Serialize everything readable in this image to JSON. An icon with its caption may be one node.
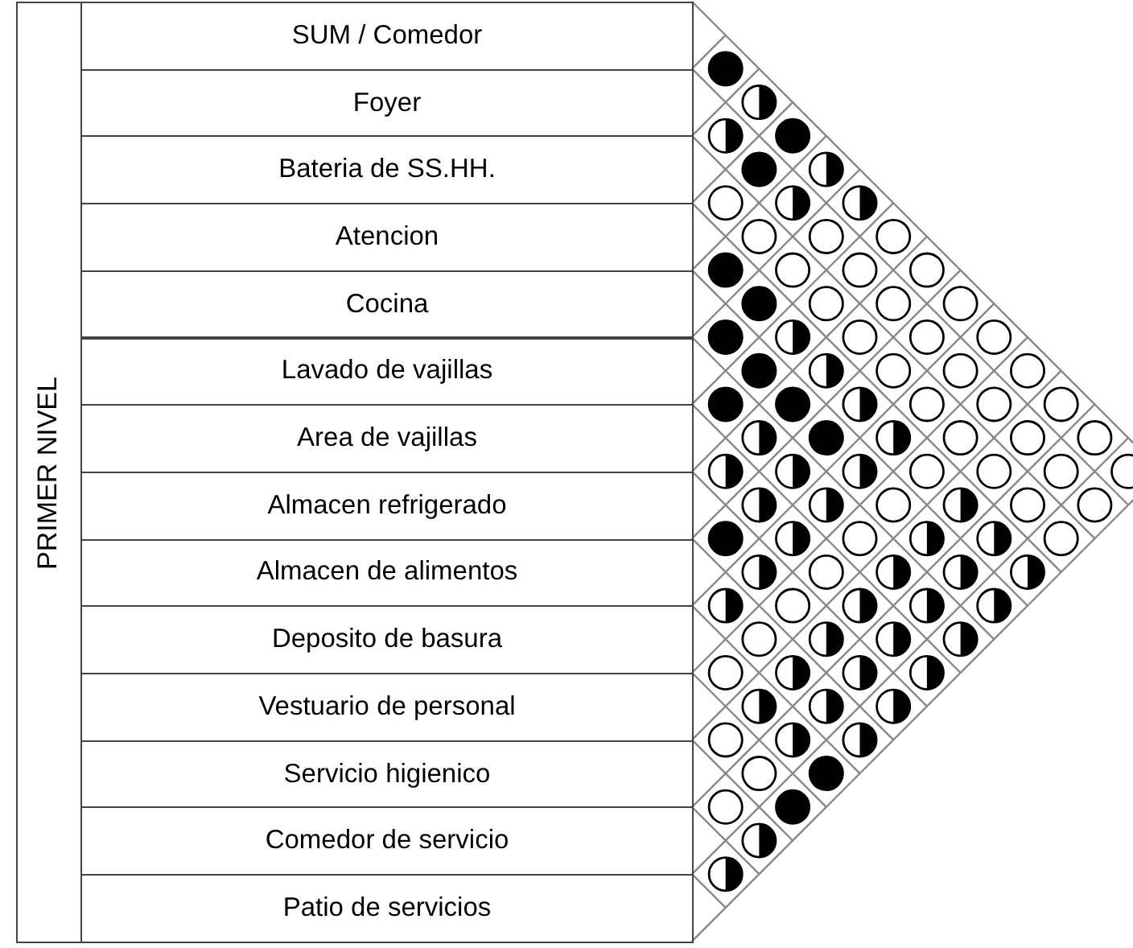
{
  "diagram": {
    "nodes": [
      {
        "text": [
          "PRIMER NIVEL"
        ]
      },
      {
        "text": [
          "SUM / Comedor"
        ],
        "in": 0
      },
      {
        "text": [
          "Foyer"
        ],
        "in": 0
      },
      {
        "text": [
          "Bateria de SS.HH."
        ],
        "in": 0
      },
      {
        "text": [
          "Atencion"
        ],
        "in": 0
      },
      {
        "text": [
          "Cocina"
        ],
        "in": 0
      },
      {
        "text": [
          "Lavado de vajillas"
        ],
        "in": 0
      },
      {
        "text": [
          "Area de vajillas"
        ],
        "in": 0
      },
      {
        "text": [
          "Almacen refrigerado"
        ],
        "in": 0
      },
      {
        "text": [
          "Almacen de alimentos"
        ],
        "in": 0
      },
      {
        "text": [
          "Deposito de basura"
        ],
        "in": 0
      },
      {
        "text": [
          "Vestuario de personal"
        ],
        "in": 0
      },
      {
        "text": [
          "Servicio higienico"
        ],
        "in": 0
      },
      {
        "text": [
          "Comedor de servicio"
        ],
        "in": 0
      },
      {
        "text": [
          "Patio de servicios"
        ],
        "in": 0
      },
      {
        "text": [],
        "shape": "disc"
      },
      {
        "text": [],
        "shape": "halfdisc"
      },
      {
        "text": [],
        "shape": "halfdisc"
      },
      {
        "text": [],
        "shape": "disc"
      },
      {
        "text": [],
        "shape": "disc"
      },
      {
        "text": [],
        "shape": "halfdisc"
      },
      {
        "text": [],
        "shape": "circle"
      },
      {
        "text": [],
        "shape": "halfdisc"
      },
      {
        "text": [],
        "shape": "halfdisc"
      },
      {
        "text": [],
        "shape": "circle"
      },
      {
        "text": [],
        "shape": "circle"
      },
      {
        "text": [],
        "shape": "circle"
      },
      {
        "text": [],
        "shape": "disc"
      },
      {
        "text": [],
        "shape": "circle"
      },
      {
        "text": [],
        "shape": "circle"
      },
      {
        "text": [],
        "shape": "circle"
      },
      {
        "text": [],
        "shape": "disc"
      },
      {
        "text": [],
        "shape": "circle"
      },
      {
        "text": [],
        "shape": "circle"
      },
      {
        "text": [],
        "shape": "circle"
      },
      {
        "text": [],
        "shape": "disc"
      },
      {
        "text": [],
        "shape": "halfdisc"
      },
      {
        "text": [],
        "shape": "circle"
      },
      {
        "text": [],
        "shape": "circle"
      },
      {
        "text": [],
        "shape": "circle"
      },
      {
        "text": [],
        "shape": "disc"
      },
      {
        "text": [],
        "shape": "halfdisc"
      },
      {
        "text": [],
        "shape": "circle"
      },
      {
        "text": [],
        "shape": "circle"
      },
      {
        "text": [],
        "shape": "circle"
      },
      {
        "text": [],
        "shape": "disc"
      },
      {
        "text": [],
        "shape": "disc"
      },
      {
        "text": [],
        "shape": "halfdisc"
      },
      {
        "text": [],
        "shape": "circle"
      },
      {
        "text": [],
        "shape": "circle"
      },
      {
        "text": [],
        "shape": "circle"
      },
      {
        "text": [],
        "shape": "halfdisc"
      },
      {
        "text": [],
        "shape": "disc"
      },
      {
        "text": [],
        "shape": "halfdisc"
      },
      {
        "text": [],
        "shape": "circle"
      },
      {
        "text": [],
        "shape": "circle"
      },
      {
        "text": [],
        "shape": "circle"
      },
      {
        "text": [],
        "shape": "halfdisc"
      },
      {
        "text": [],
        "shape": "halfdisc"
      },
      {
        "text": [],
        "shape": "halfdisc"
      },
      {
        "text": [],
        "shape": "circle"
      },
      {
        "text": [],
        "shape": "circle"
      },
      {
        "text": [],
        "shape": "circle"
      },
      {
        "text": [],
        "shape": "circle"
      },
      {
        "text": [],
        "shape": "halfdisc"
      },
      {
        "text": [],
        "shape": "halfdisc"
      },
      {
        "text": [],
        "shape": "circle"
      },
      {
        "text": [],
        "shape": "halfdisc"
      },
      {
        "text": [],
        "shape": "circle"
      },
      {
        "text": [],
        "shape": "circle"
      },
      {
        "text": [],
        "shape": "disc"
      },
      {
        "text": [],
        "shape": "halfdisc"
      },
      {
        "text": [],
        "shape": "circle"
      },
      {
        "text": [],
        "shape": "halfdisc"
      },
      {
        "text": [],
        "shape": "halfdisc"
      },
      {
        "text": [],
        "shape": "circle"
      },
      {
        "text": [],
        "shape": "halfdisc"
      },
      {
        "text": [],
        "shape": "circle"
      },
      {
        "text": [],
        "shape": "halfdisc"
      },
      {
        "text": [],
        "shape": "halfdisc"
      },
      {
        "text": [],
        "shape": "halfdisc"
      },
      {
        "text": [],
        "shape": "halfdisc"
      },
      {
        "text": [],
        "shape": "circle"
      },
      {
        "text": [],
        "shape": "halfdisc"
      },
      {
        "text": [],
        "shape": "halfdisc"
      },
      {
        "text": [],
        "shape": "halfdisc"
      },
      {
        "text": [],
        "shape": "circle"
      },
      {
        "text": [],
        "shape": "halfdisc"
      },
      {
        "text": [],
        "shape": "halfdisc"
      },
      {
        "text": [],
        "shape": "halfdisc"
      },
      {
        "text": [],
        "shape": "circle"
      },
      {
        "text": [],
        "shape": "halfdisc"
      },
      {
        "text": [],
        "shape": "halfdisc"
      },
      {
        "text": [],
        "shape": "halfdisc"
      },
      {
        "text": [],
        "shape": "halfdisc"
      },
      {
        "text": [],
        "shape": "halfdisc"
      },
      {
        "text": [],
        "shape": "halfdisc"
      },
      {
        "text": [],
        "shape": "circle"
      },
      {
        "text": [],
        "shape": "halfdisc"
      },
      {
        "text": [],
        "shape": "halfdisc"
      },
      {
        "text": [],
        "shape": "circle"
      },
      {
        "text": [],
        "shape": "disc"
      },
      {
        "text": [],
        "shape": "circle"
      },
      {
        "text": [],
        "shape": "disc"
      },
      {
        "text": [],
        "shape": "halfdisc"
      },
      {
        "text": [],
        "shape": "halfdisc"
      }
    ]
  }
}
